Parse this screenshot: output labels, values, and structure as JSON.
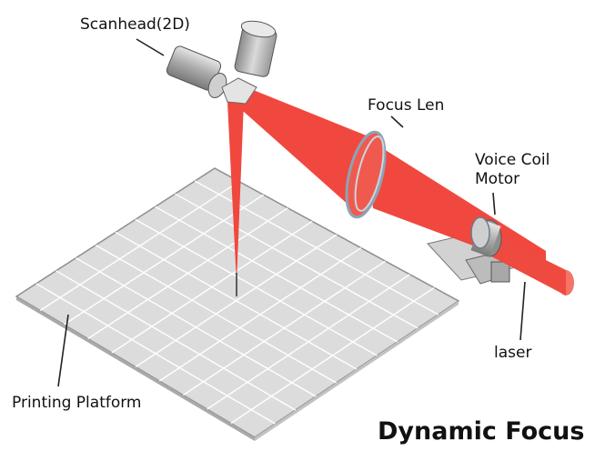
{
  "diagram": {
    "title": "Dynamic Focus",
    "labels": {
      "scanhead": "Scanhead(2D)",
      "focus_len": "Focus Len",
      "voice_coil_line1": "Voice Coil",
      "voice_coil_line2": "Motor",
      "laser": "laser",
      "platform": "Printing Platform"
    },
    "colors": {
      "beam": "#f0483e",
      "platform_fill": "#dcdcdc",
      "platform_grid": "#ffffff",
      "metal": "#b9b9b9",
      "ring": "#9fb6c9"
    }
  }
}
